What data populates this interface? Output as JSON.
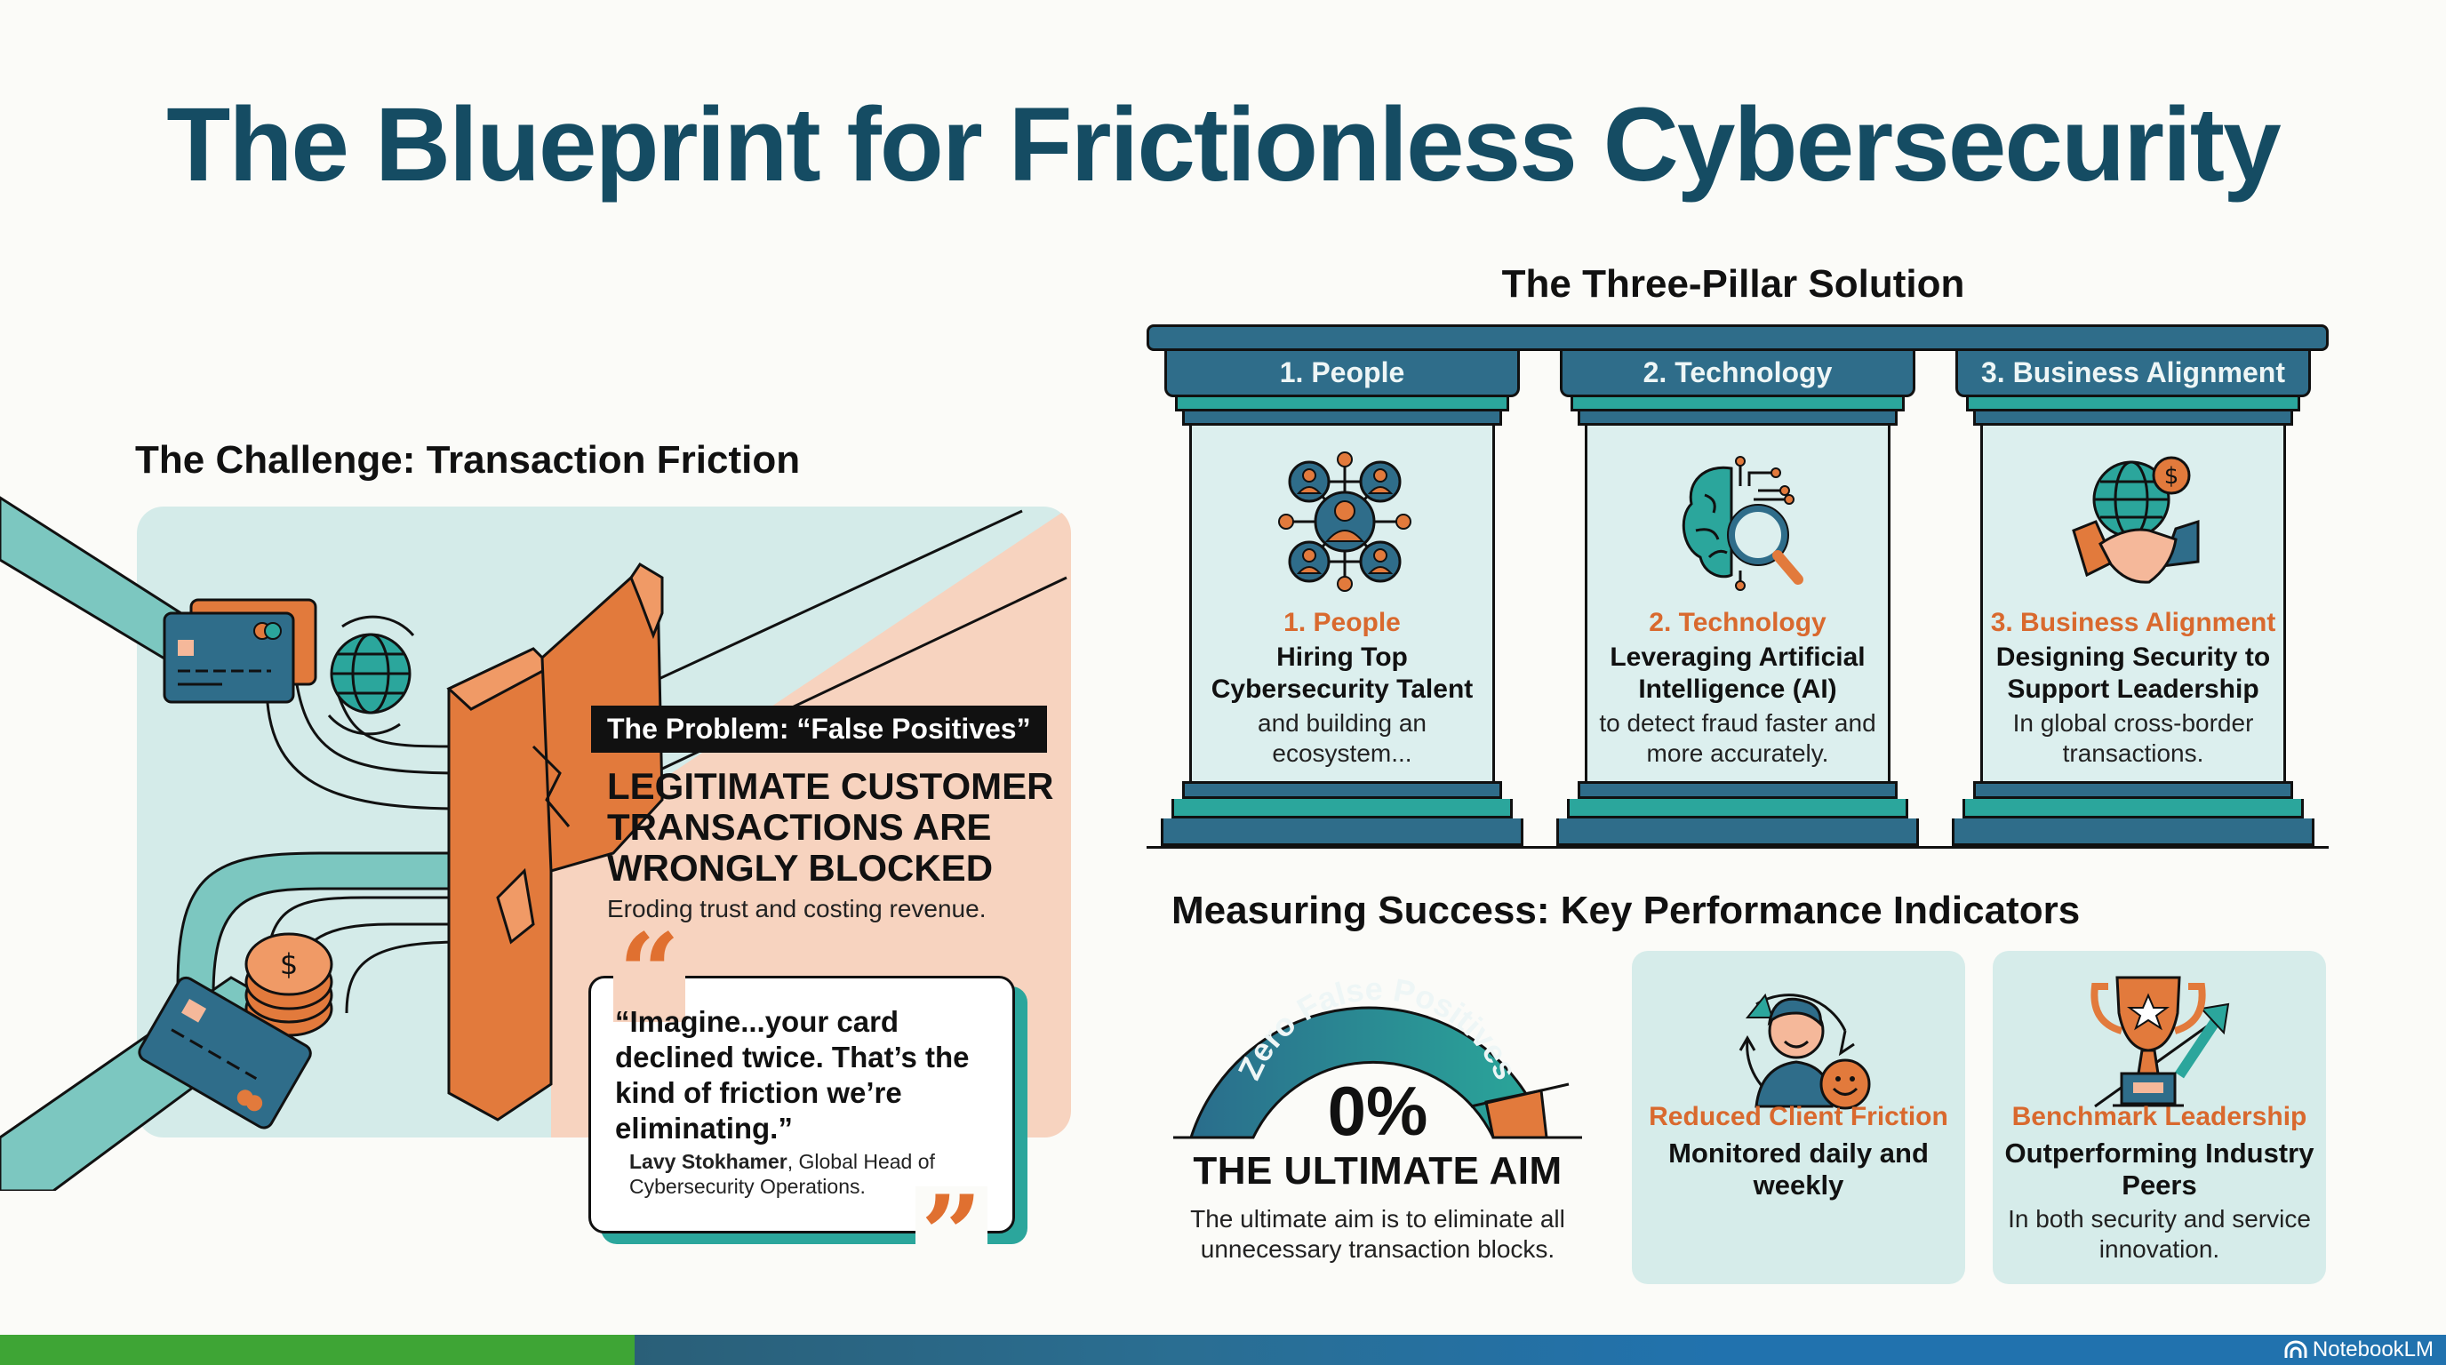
{
  "title": "The Blueprint for Frictionless Cybersecurity",
  "challenge": {
    "heading": "The Challenge: Transaction Friction",
    "problem_label": "The Problem: “False Positives”",
    "headline_lines": [
      "LEGITIMATE CUSTOMER",
      "TRANSACTIONS ARE",
      "WRONGLY BLOCKED"
    ],
    "subtext": "Eroding trust and costing revenue.",
    "quote": {
      "open_mark": "“",
      "close_mark": "”",
      "text": "“Imagine...your card declined twice. That’s the kind of friction we’re eliminating.”",
      "author": "Lavy Stokhamer",
      "author_role": ", Global Head of Cybersecurity Operations."
    },
    "icons": [
      "credit-card-icon",
      "globe-exchange-icon",
      "broken-wall-icon",
      "coin-stack-icon",
      "credit-card-icon"
    ]
  },
  "pillars": {
    "heading": "The Three-Pillar Solution",
    "items": [
      {
        "cap_label": "1. People",
        "title": "1. People",
        "main": "Hiring Top Cybersecurity Talent",
        "desc": "and building an ecosystem...",
        "icon": "people-network-icon"
      },
      {
        "cap_label": "2. Technology",
        "title": "2. Technology",
        "main": "Leveraging Artificial Intelligence (AI)",
        "desc": "to detect fraud faster and more accurately.",
        "icon": "ai-brain-search-icon"
      },
      {
        "cap_label": "3. Business Alignment",
        "title": "3. Business Alignment",
        "main": "Designing Security to Support Leadership",
        "desc": "In global cross-border transactions.",
        "icon": "handshake-globe-icon"
      }
    ]
  },
  "kpis": {
    "heading": "Measuring Success: Key Performance Indicators",
    "gauge": {
      "arc_label": "Zero False Positives",
      "value": "0%",
      "title": "THE ULTIMATE AIM",
      "desc": "The ultimate aim is to eliminate all unnecessary transaction blocks."
    },
    "cards": [
      {
        "title": "Reduced Client Friction",
        "main": "Monitored daily and weekly",
        "desc": "",
        "icon": "client-satisfaction-icon"
      },
      {
        "title": "Benchmark Leadership",
        "main": "Outperforming Industry Peers",
        "desc": "In both security and service innovation.",
        "icon": "trophy-growth-icon"
      }
    ]
  },
  "footer": {
    "brand": "NotebookLM"
  },
  "colors": {
    "title": "#154c63",
    "accent_orange": "#d9692e",
    "teal": "#2ba69c",
    "navy": "#2f6d8a",
    "light_teal": "#d6ecea",
    "peach": "#f7d3bf",
    "footer_green": "#3ea535",
    "footer_blue": "#2172ae"
  }
}
